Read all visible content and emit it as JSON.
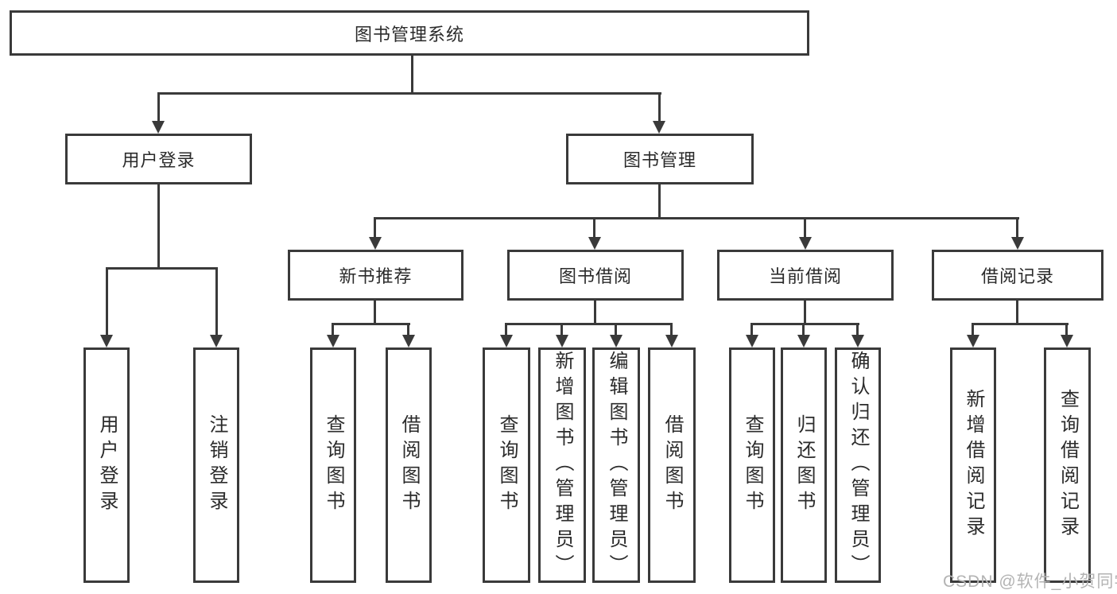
{
  "diagram": {
    "root": {
      "label": "图书管理系统"
    },
    "level2": [
      {
        "label": "用户登录"
      },
      {
        "label": "图书管理"
      }
    ],
    "level3": [
      {
        "label": "新书推荐"
      },
      {
        "label": "图书借阅"
      },
      {
        "label": "当前借阅"
      },
      {
        "label": "借阅记录"
      }
    ],
    "leaves": {
      "user_login": [
        "用户登录",
        "注销登录"
      ],
      "new_books": [
        "查询图书",
        "借阅图书"
      ],
      "book_borrow": [
        "查询图书",
        "新增图书（管理员）",
        "编辑图书（管理员）",
        "借阅图书"
      ],
      "current_borrow": [
        "查询图书",
        "归还图书",
        "确认归还（管理员）"
      ],
      "borrow_records": [
        "新增借阅记录",
        "查询借阅记录"
      ]
    }
  },
  "watermark": {
    "text": "CSDN @软件_小贺同学"
  },
  "colors": {
    "line": "#3a3a3a",
    "text": "#2b2b2b",
    "watermark": "#b3b3b3",
    "background": "#ffffff"
  }
}
